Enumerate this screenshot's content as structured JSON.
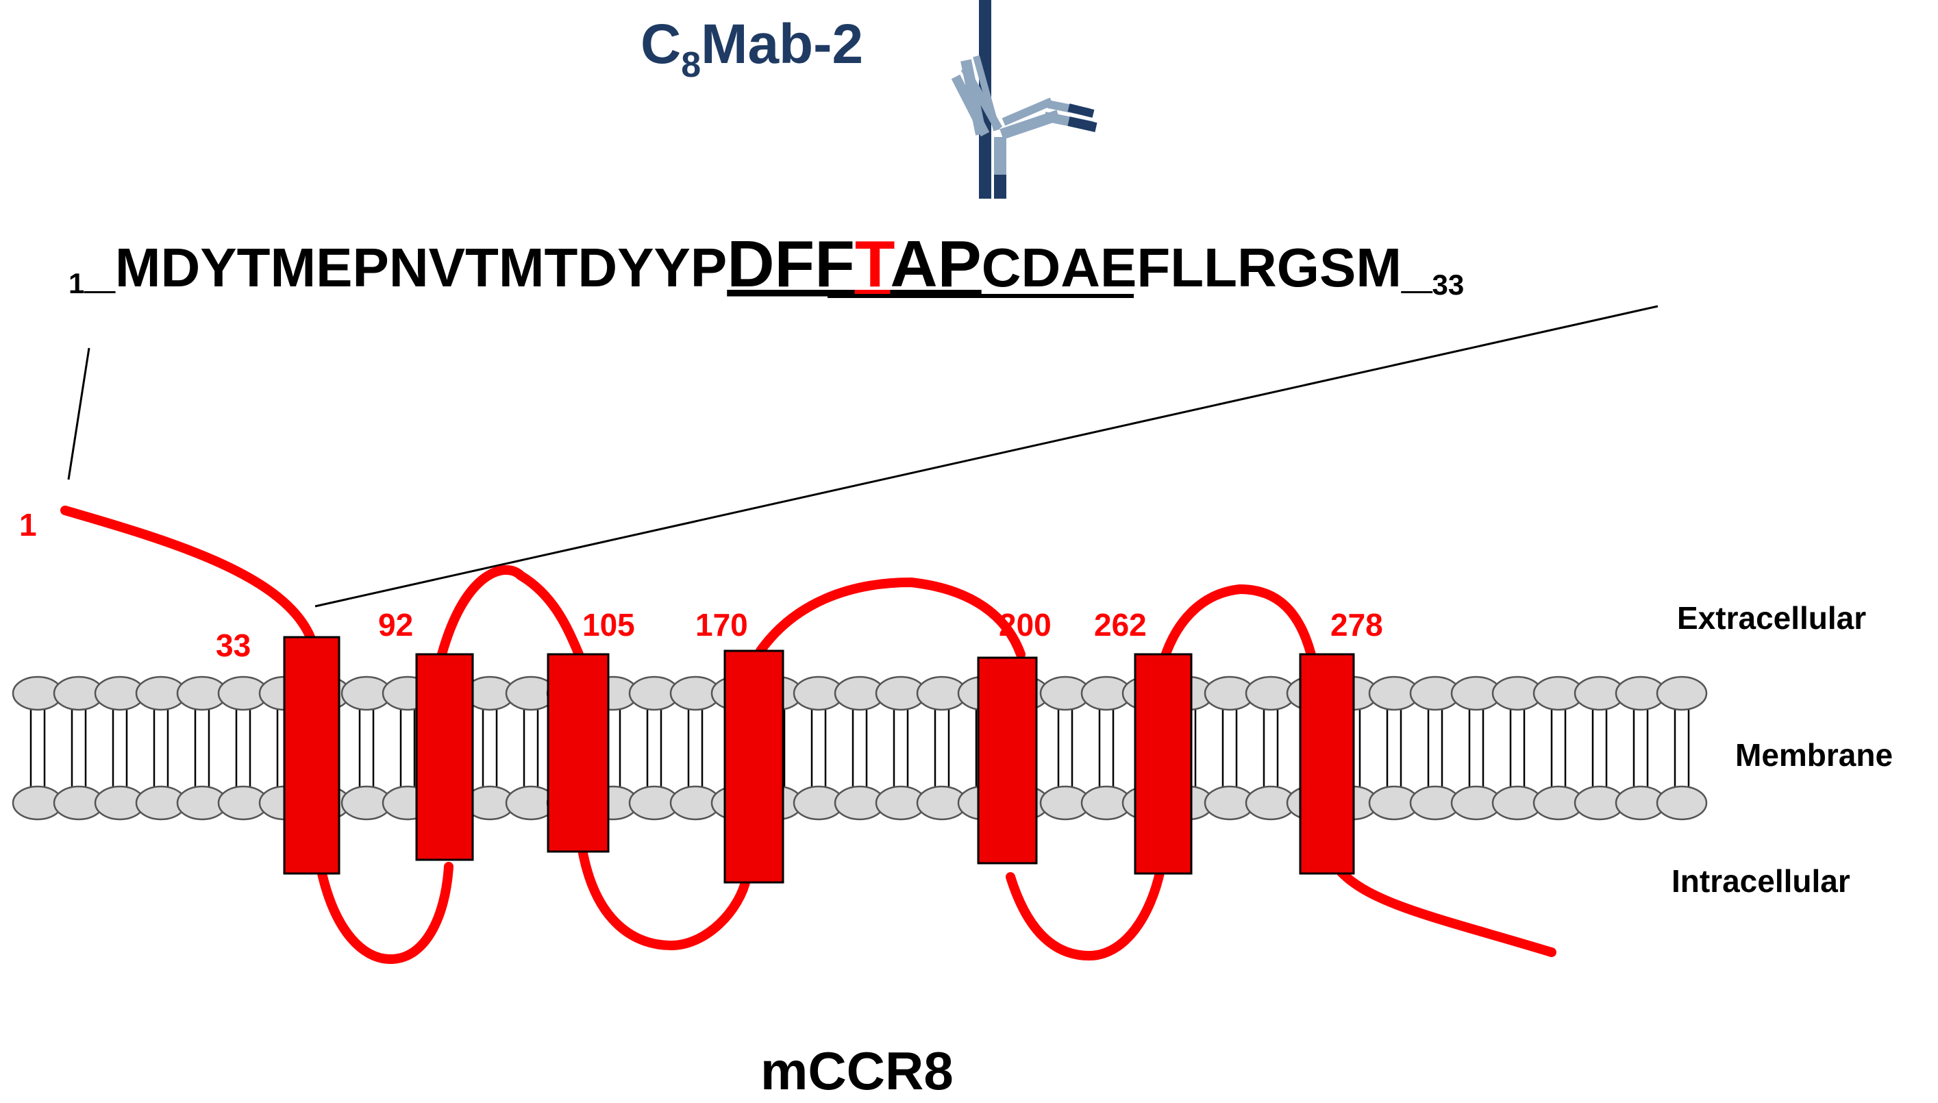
{
  "antibody": {
    "name_prefix": "C",
    "name_subscript": "8",
    "name_suffix": "Mab-2"
  },
  "sequence": {
    "start_number": "1",
    "end_number": "33",
    "separator": "_",
    "before_epitope": "MDYTMEPNVTMTDYYP",
    "epitope_part1": "DFF",
    "epitope_highlight": "T",
    "epitope_part2": "AP",
    "after_epitope": "CDAEFLLRGSM"
  },
  "residue_labels": [
    "1",
    "33",
    "92",
    "105",
    "170",
    "200",
    "262",
    "278"
  ],
  "regions": {
    "extracellular": "Extracellular",
    "membrane": "Membrane",
    "intracellular": "Intracellular"
  },
  "protein_name": "mCCR8",
  "colors": {
    "protein": "#ff0000",
    "helix": "#ee0000",
    "antibody_light": "#8fa6bf",
    "antibody_dark": "#1f3b63",
    "lipid_head": "#d9d9d9",
    "highlight_residue": "#ff0000"
  }
}
